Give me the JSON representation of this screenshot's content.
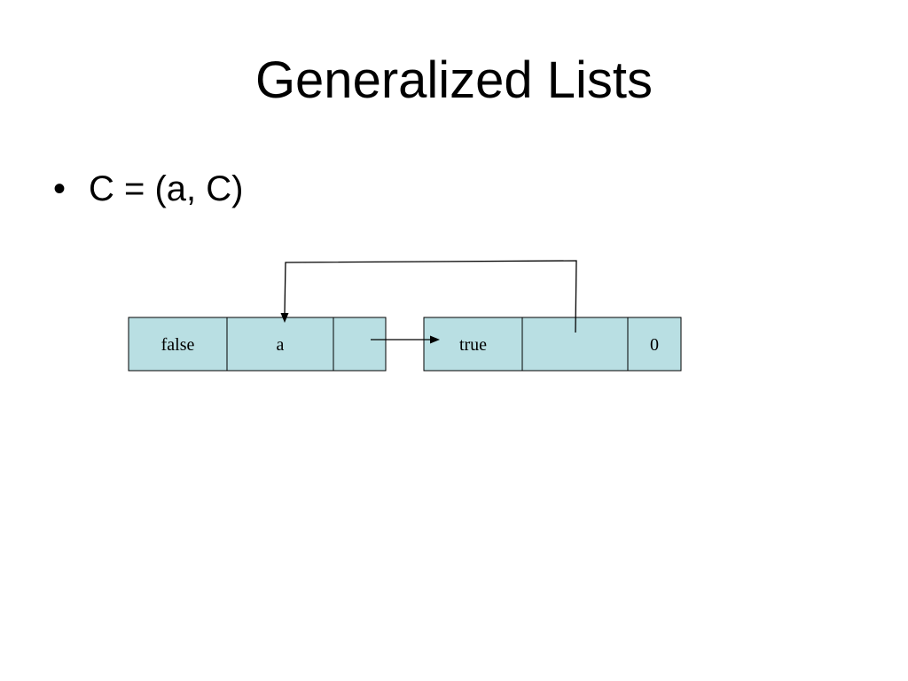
{
  "slide": {
    "title": "Generalized Lists",
    "bullet_symbol": "•",
    "bullet_text": "C = (a, C)"
  },
  "diagram": {
    "node1": {
      "tag": "false",
      "data": "a",
      "link": ""
    },
    "node2": {
      "tag": "true",
      "data": "",
      "link": "0"
    }
  },
  "colors": {
    "cell_fill": "#b9dfe3",
    "line": "#000000"
  }
}
